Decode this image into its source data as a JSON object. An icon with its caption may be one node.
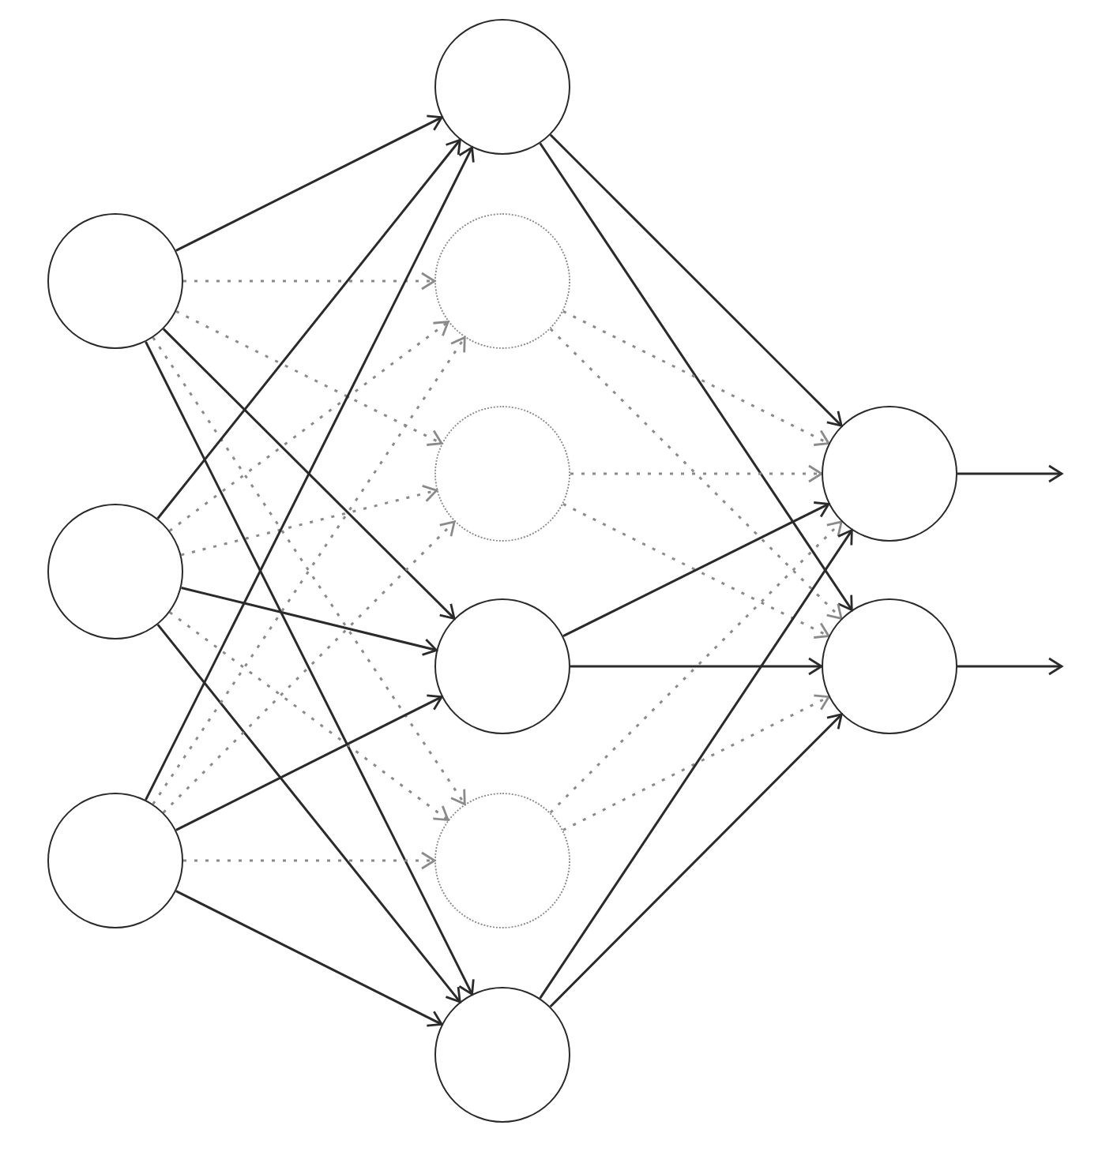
{
  "diagram": {
    "nodes": [
      {
        "text": [],
        "shape": "circle"
      },
      {
        "text": [],
        "shape": "circle"
      },
      {
        "text": [],
        "shape": "circle"
      },
      {
        "text": [],
        "shape": "circle"
      },
      {
        "text": [],
        "shape": "circle"
      },
      {
        "text": [],
        "shape": "circle"
      },
      {
        "text": [],
        "shape": "circle"
      },
      {
        "text": [],
        "shape": "circle"
      },
      {
        "text": [],
        "shape": "circle"
      },
      {
        "text": [],
        "shape": "circle"
      },
      {
        "text": [],
        "shape": "circle"
      }
    ],
    "edges": [
      {
        "from": 0,
        "to": 3,
        "arrow": "to"
      },
      {
        "from": 0,
        "to": 4,
        "arrow": "to",
        "style": "dashed",
        "color": "#8a8a8a"
      },
      {
        "from": 0,
        "to": 5,
        "arrow": "to",
        "style": "dashed",
        "color": "#8a8a8a"
      },
      {
        "from": 0,
        "to": 6,
        "arrow": "to"
      },
      {
        "from": 0,
        "to": 7,
        "arrow": "to",
        "style": "dashed",
        "color": "#8a8a8a"
      },
      {
        "from": 0,
        "to": 8,
        "arrow": "to"
      },
      {
        "from": 1,
        "to": 3,
        "arrow": "to"
      },
      {
        "from": 1,
        "to": 4,
        "arrow": "to",
        "style": "dashed",
        "color": "#8a8a8a"
      },
      {
        "from": 1,
        "to": 5,
        "arrow": "to",
        "style": "dashed",
        "color": "#8a8a8a"
      },
      {
        "from": 1,
        "to": 6,
        "arrow": "to"
      },
      {
        "from": 1,
        "to": 7,
        "arrow": "to",
        "style": "dashed",
        "color": "#8a8a8a"
      },
      {
        "from": 1,
        "to": 8,
        "arrow": "to"
      },
      {
        "from": 2,
        "to": 3,
        "arrow": "to"
      },
      {
        "from": 2,
        "to": 4,
        "arrow": "to",
        "style": "dashed",
        "color": "#8a8a8a"
      },
      {
        "from": 2,
        "to": 5,
        "arrow": "to",
        "style": "dashed",
        "color": "#8a8a8a"
      },
      {
        "from": 2,
        "to": 6,
        "arrow": "to"
      },
      {
        "from": 2,
        "to": 7,
        "arrow": "to",
        "style": "dashed",
        "color": "#8a8a8a"
      },
      {
        "from": 2,
        "to": 8,
        "arrow": "to"
      },
      {
        "from": 3,
        "to": 9,
        "arrow": "to"
      },
      {
        "from": 3,
        "to": 10,
        "arrow": "to"
      },
      {
        "from": 4,
        "to": 9,
        "arrow": "to",
        "style": "dashed",
        "color": "#8a8a8a"
      },
      {
        "from": 4,
        "to": 10,
        "arrow": "to",
        "style": "dashed",
        "color": "#8a8a8a"
      },
      {
        "from": 5,
        "to": 9,
        "arrow": "to",
        "style": "dashed",
        "color": "#8a8a8a"
      },
      {
        "from": 5,
        "to": 10,
        "arrow": "to",
        "style": "dashed",
        "color": "#8a8a8a"
      },
      {
        "from": 6,
        "to": 9,
        "arrow": "to"
      },
      {
        "from": 6,
        "to": 10,
        "arrow": "to"
      },
      {
        "from": 7,
        "to": 9,
        "arrow": "to",
        "style": "dashed",
        "color": "#8a8a8a"
      },
      {
        "from": 7,
        "to": 10,
        "arrow": "to",
        "style": "dashed",
        "color": "#8a8a8a"
      },
      {
        "from": 8,
        "to": 9,
        "arrow": "to"
      },
      {
        "from": 8,
        "to": 10,
        "arrow": "to"
      },
      {
        "from": 9,
        "to": null,
        "arrow": "to"
      },
      {
        "from": 10,
        "to": null,
        "arrow": "to"
      }
    ]
  }
}
